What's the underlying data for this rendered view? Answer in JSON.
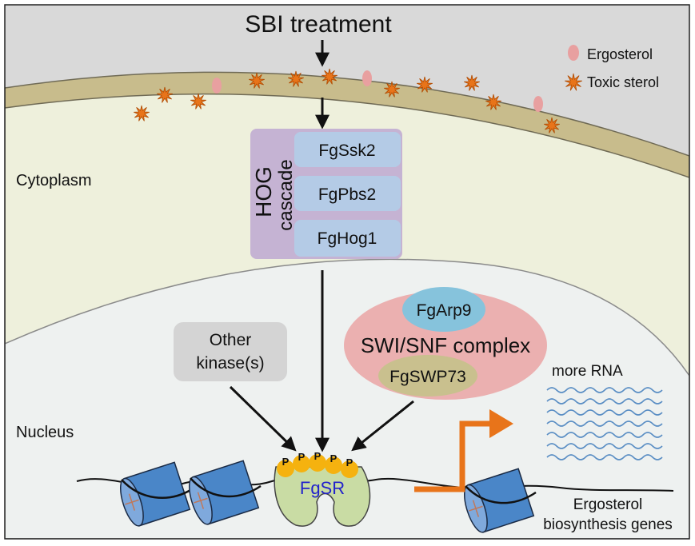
{
  "title": "SBI treatment",
  "legend": {
    "ergosterol": "Ergosterol",
    "toxic_sterol": "Toxic sterol"
  },
  "compartments": {
    "cytoplasm": "Cytoplasm",
    "nucleus": "Nucleus"
  },
  "hog": {
    "label_line1": "HOG",
    "label_line2": "cascade",
    "kinases": [
      "FgSsk2",
      "FgPbs2",
      "FgHog1"
    ]
  },
  "other_kinase": {
    "line1": "Other",
    "line2": "kinase(s)"
  },
  "swi_snf": {
    "label": "SWI/SNF complex",
    "arp9": "FgArp9",
    "swp73": "FgSWP73"
  },
  "fgsr": {
    "label": "FgSR",
    "phospho": "P"
  },
  "rna_label": "more RNA",
  "genes": {
    "line1": "Ergosterol",
    "line2": "biosynthesis genes"
  },
  "colors": {
    "outside": "#d9d9d9",
    "membrane": "#c8bc8c",
    "cytoplasm": "#eef0dc",
    "nucleus": "#eef1f0",
    "hog_purple": "#c5b3d3",
    "kinase_blue": "#b4cbe6",
    "other_kinase_gray": "#d4d4d4",
    "swi_pink": "#ebb0b0",
    "arp9_blue": "#86c3dc",
    "swp73_olive": "#c9c08e",
    "fgsr_green": "#c9dca4",
    "phospho_yellow": "#f5b20f",
    "nucleosome_blue": "#4a86c8",
    "arrow_orange": "#e8741a",
    "rna_blue": "#5a8ec4",
    "ergosterol_pink": "#e8a0a0",
    "toxic_orange": "#e8741a"
  }
}
